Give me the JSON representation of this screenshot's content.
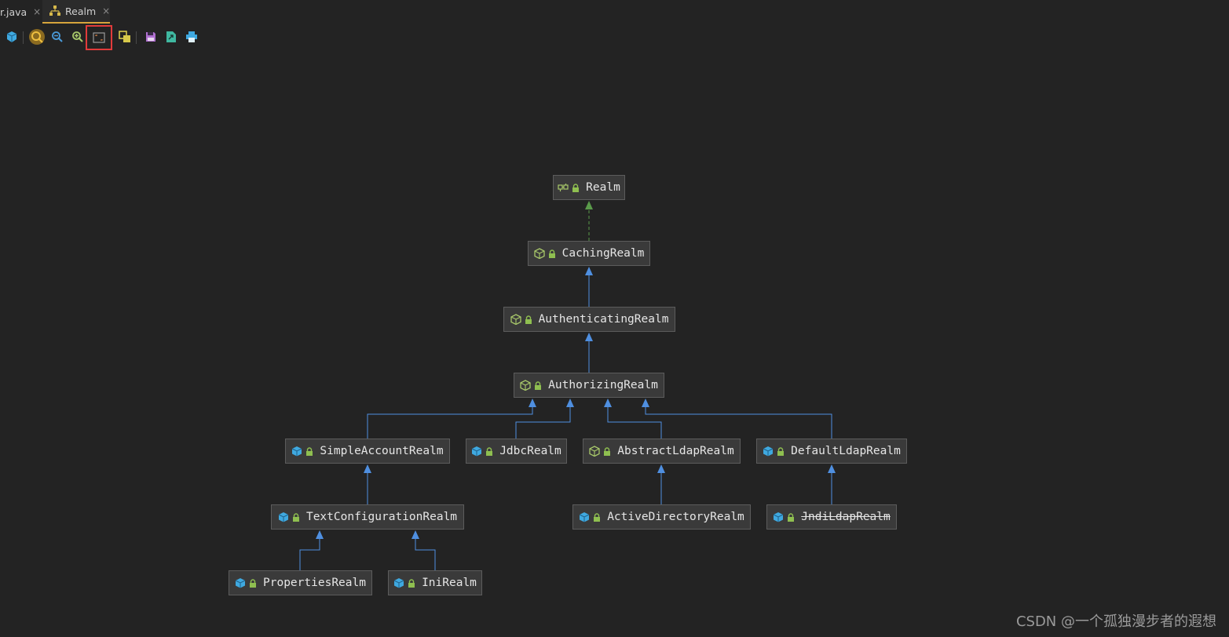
{
  "tabs": [
    {
      "label": "r.java",
      "active": false,
      "close": "×"
    },
    {
      "label": "Realm",
      "active": true,
      "close": "×",
      "icon": "hierarchy-icon"
    }
  ],
  "toolbar": {
    "buttons": [
      {
        "name": "class-icon-button",
        "icon": "cube-icon"
      },
      {
        "name": "actual-size-button",
        "icon": "zoom-actual-icon"
      },
      {
        "name": "zoom-out-button",
        "icon": "zoom-out-icon"
      },
      {
        "name": "zoom-in-button",
        "icon": "zoom-in-icon"
      },
      {
        "name": "fit-content-button",
        "icon": "fit-content-icon",
        "highlighted": true
      },
      {
        "name": "layout-button",
        "icon": "layout-icon"
      },
      {
        "name": "save-button",
        "icon": "save-icon"
      },
      {
        "name": "export-button",
        "icon": "export-icon"
      },
      {
        "name": "print-button",
        "icon": "print-icon"
      }
    ]
  },
  "diagram": {
    "nodes": [
      {
        "id": "realm",
        "label": "Realm",
        "kind": "interface"
      },
      {
        "id": "caching",
        "label": "CachingRealm",
        "kind": "abstract"
      },
      {
        "id": "authenticating",
        "label": "AuthenticatingRealm",
        "kind": "abstract"
      },
      {
        "id": "authorizing",
        "label": "AuthorizingRealm",
        "kind": "abstract"
      },
      {
        "id": "simpleaccount",
        "label": "SimpleAccountRealm",
        "kind": "class"
      },
      {
        "id": "jdbc",
        "label": "JdbcRealm",
        "kind": "class"
      },
      {
        "id": "abstractldap",
        "label": "AbstractLdapRealm",
        "kind": "abstract"
      },
      {
        "id": "defaultldap",
        "label": "DefaultLdapRealm",
        "kind": "class"
      },
      {
        "id": "textconfig",
        "label": "TextConfigurationRealm",
        "kind": "class"
      },
      {
        "id": "activedirectory",
        "label": "ActiveDirectoryRealm",
        "kind": "class"
      },
      {
        "id": "jndildap",
        "label": "JndiLdapRealm",
        "kind": "class",
        "deprecated": true
      },
      {
        "id": "properties",
        "label": "PropertiesRealm",
        "kind": "class"
      },
      {
        "id": "ini",
        "label": "IniRealm",
        "kind": "class"
      }
    ],
    "edges": [
      {
        "from": "caching",
        "to": "realm",
        "style": "implements"
      },
      {
        "from": "authenticating",
        "to": "caching",
        "style": "extends"
      },
      {
        "from": "authorizing",
        "to": "authenticating",
        "style": "extends"
      },
      {
        "from": "simpleaccount",
        "to": "authorizing",
        "style": "extends"
      },
      {
        "from": "jdbc",
        "to": "authorizing",
        "style": "extends"
      },
      {
        "from": "abstractldap",
        "to": "authorizing",
        "style": "extends"
      },
      {
        "from": "defaultldap",
        "to": "authorizing",
        "style": "extends"
      },
      {
        "from": "textconfig",
        "to": "simpleaccount",
        "style": "extends"
      },
      {
        "from": "activedirectory",
        "to": "abstractldap",
        "style": "extends"
      },
      {
        "from": "jndildap",
        "to": "defaultldap",
        "style": "extends"
      },
      {
        "from": "properties",
        "to": "textconfig",
        "style": "extends"
      },
      {
        "from": "ini",
        "to": "textconfig",
        "style": "extends"
      }
    ],
    "colors": {
      "extends": "#4f8fe0",
      "implements": "#5a9a4a",
      "class_icon": "#3fa9e0",
      "abstract_icon": "#a8c86a",
      "lock": "#8fbf50"
    }
  },
  "watermark": "CSDN @一个孤独漫步者的遐想"
}
